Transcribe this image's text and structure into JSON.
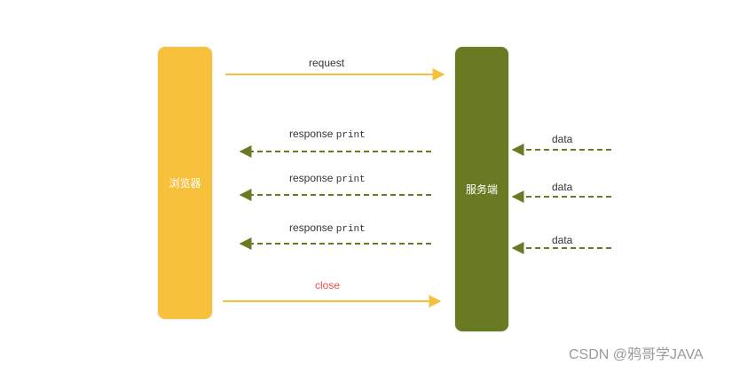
{
  "diagram": {
    "browser_label": "浏览器",
    "server_label": "服务端",
    "request_label": "request",
    "response_text": "response",
    "print_text": "print",
    "close_label": "close",
    "data_label": "data",
    "watermark": "CSDN @鸦哥学JAVA",
    "colors": {
      "browser": "#f8c13b",
      "server": "#687a22",
      "request_arrow": "#f6bf3c",
      "close_arrow": "#f6bf3c",
      "response_arrow": "#687a22",
      "data_arrow": "#687a22",
      "close_text": "#f04d4d"
    }
  }
}
